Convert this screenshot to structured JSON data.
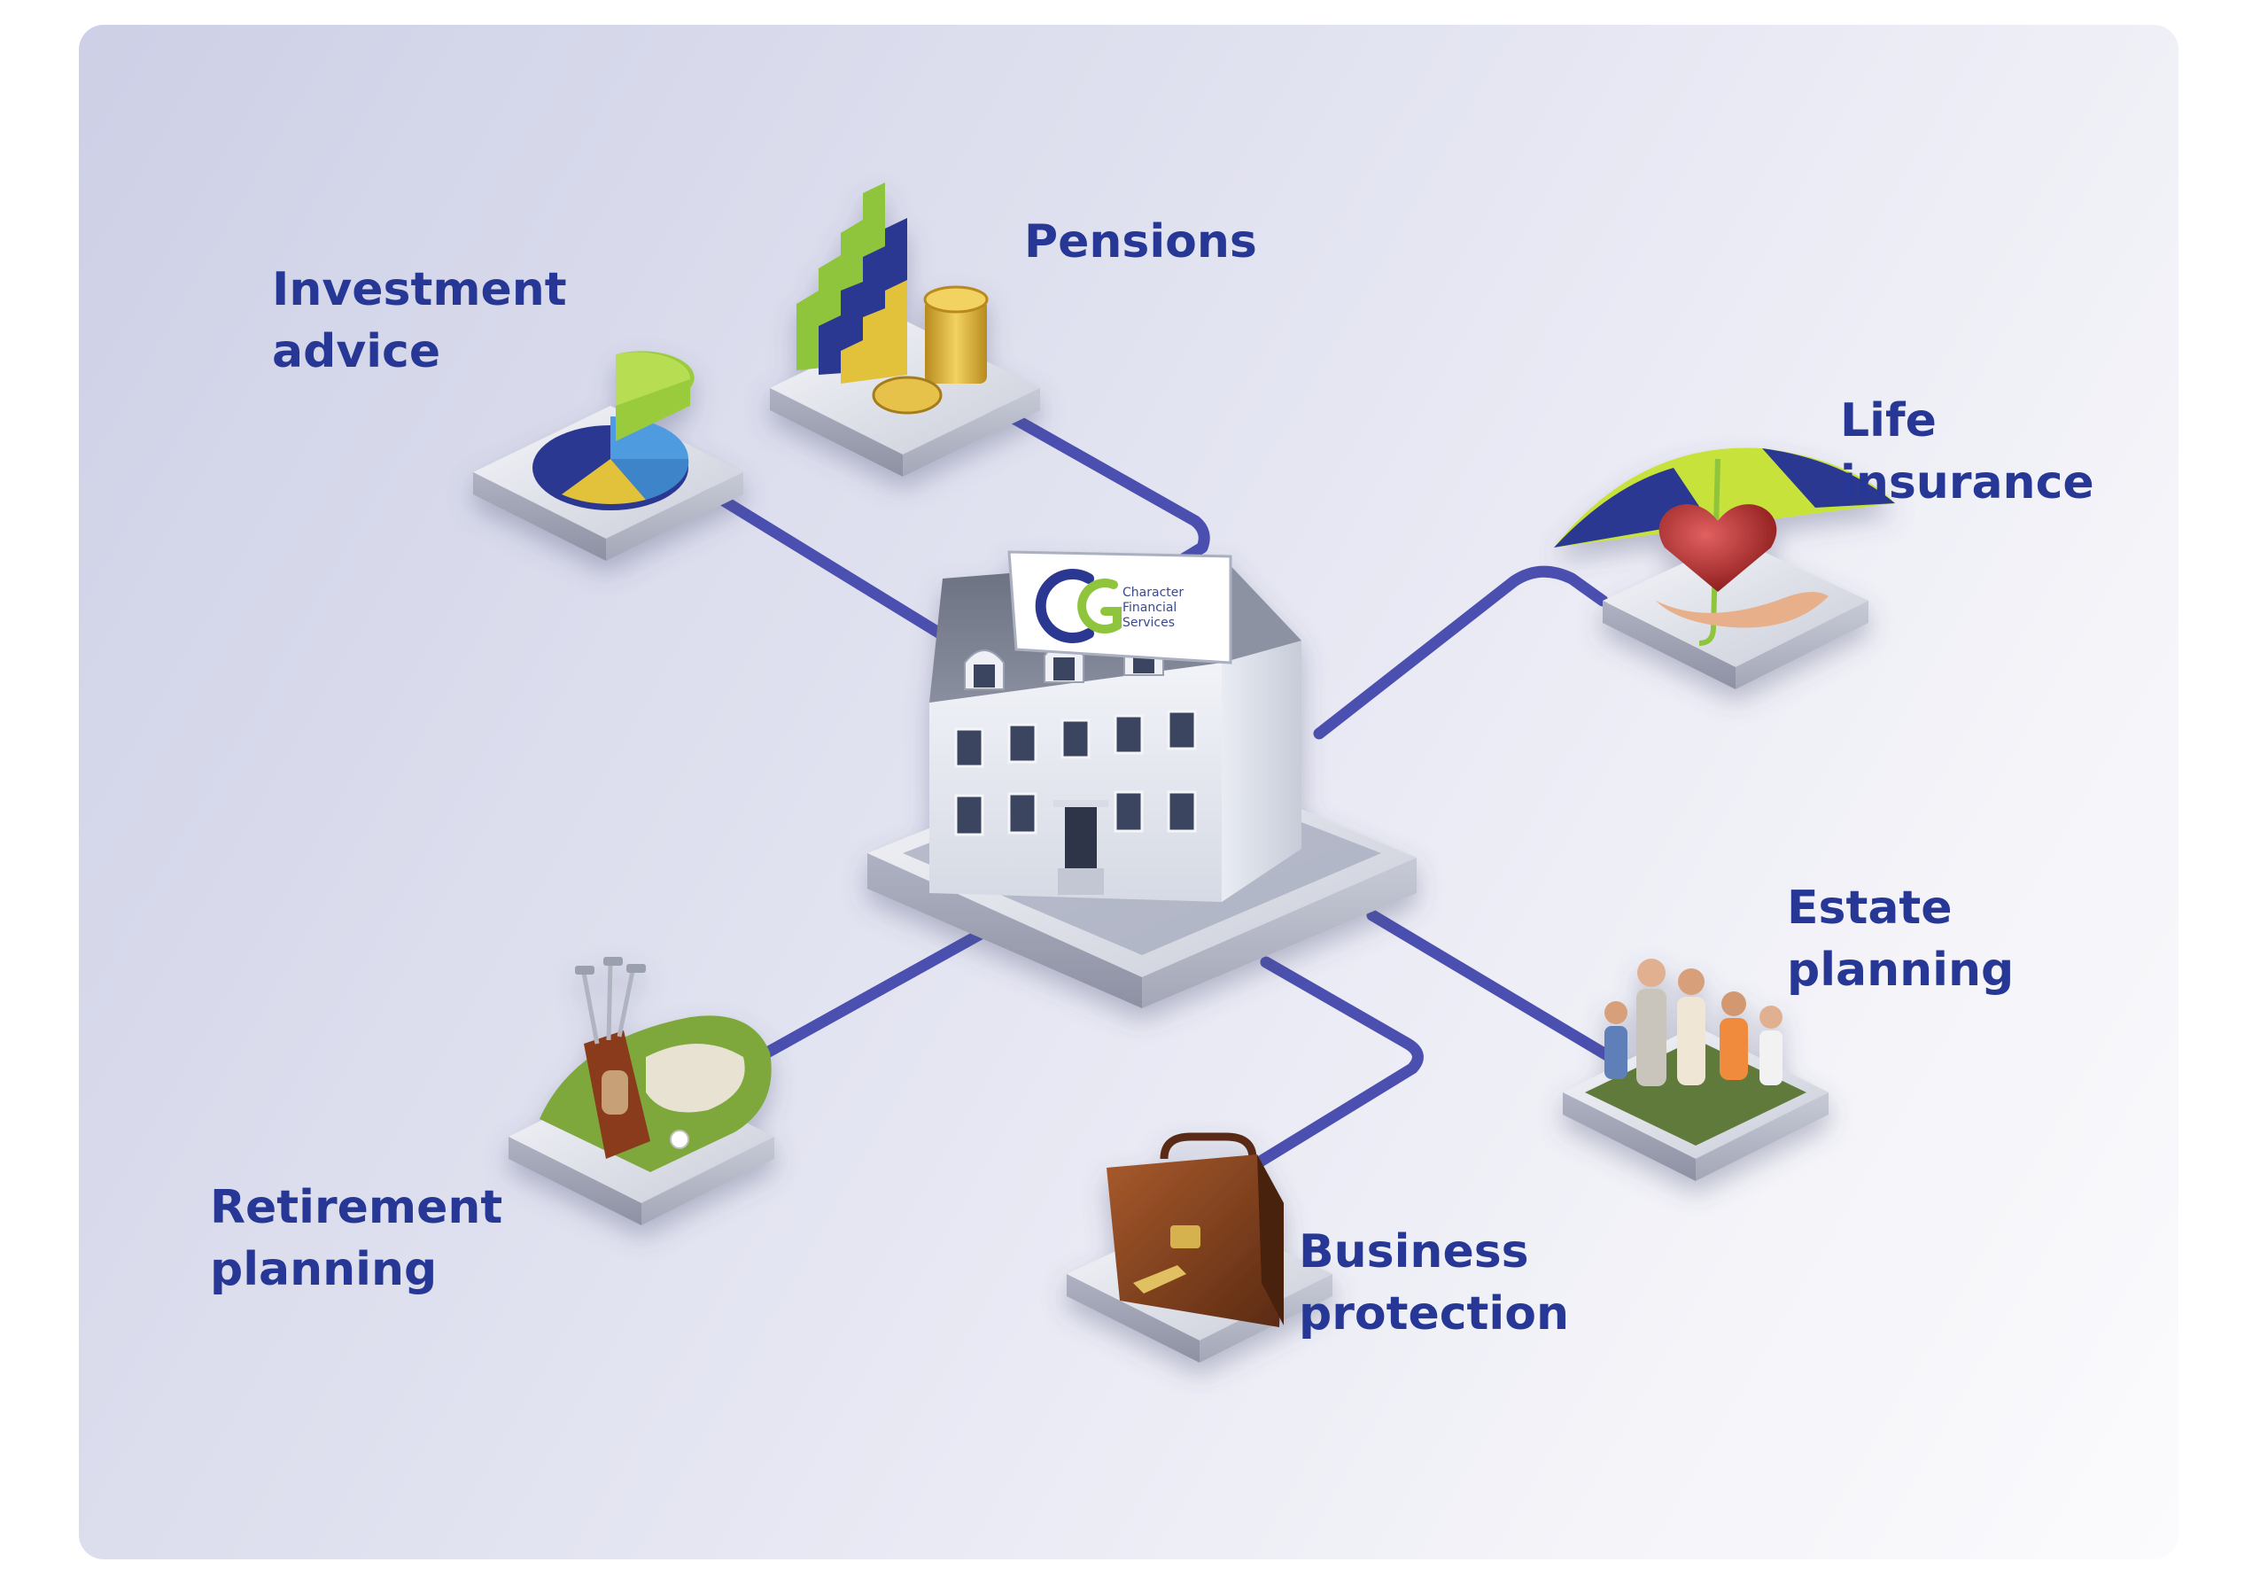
{
  "logo": {
    "name_line1": "Character",
    "name_line2": "Financial",
    "name_line3": "Services"
  },
  "services": [
    {
      "line1": "Investment",
      "line2": "advice"
    },
    {
      "line1": "Pensions",
      "line2": ""
    },
    {
      "line1": "Life",
      "line2": "insurance"
    },
    {
      "line1": "Estate",
      "line2": "planning"
    },
    {
      "line1": "Business",
      "line2": "protection"
    },
    {
      "line1": "Retirement",
      "line2": "planning"
    }
  ],
  "colors": {
    "label": "#263796",
    "connector": "#4a4fb0",
    "logo_green": "#8fc43c",
    "logo_navy": "#2c3791"
  },
  "icons": [
    "house-icon",
    "pie-chart-icon",
    "bar-chart-coins-icon",
    "umbrella-heart-icon",
    "family-icon",
    "briefcase-icon",
    "golf-bag-icon"
  ]
}
